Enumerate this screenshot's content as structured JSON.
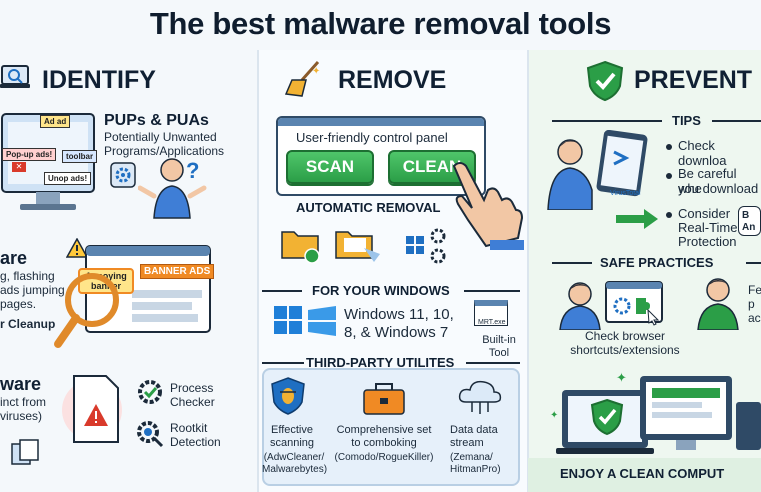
{
  "title": "The best malware removal tools",
  "identify": {
    "heading": "IDENTIFY",
    "pups_title": "PUPs & PUAs",
    "pups_desc": "Potentially Unwanted Programs/Applications",
    "popups": [
      "Ad ad",
      "Pop-up ads!",
      "toolbar",
      "Unop ads!"
    ],
    "adware_title": "are",
    "adware_desc_1": "g, flashing",
    "adware_desc_2": "ads jumping",
    "adware_desc_3": "pages.",
    "adware_tool": "r Cleanup",
    "annoying_banner": "Annoying banner",
    "banner_ads": "BANNER ADS",
    "malware_title": "ware",
    "malware_desc_1": "inct from",
    "malware_desc_2": "viruses)",
    "process_checker": "Process Checker",
    "rootkit_detection": "Rootkit Detection"
  },
  "remove": {
    "heading": "REMOVE",
    "panel_title": "User-friendly control panel",
    "scan_label": "SCAN",
    "clean_label": "CLEAN",
    "automatic_removal": "AUTOMATIC REMOVAL",
    "for_windows": "FOR YOUR WINDOWS",
    "windows_versions_1": "Windows 11, 10,",
    "windows_versions_2": "8, & Windows 7",
    "mrt_label": "MRT.exe",
    "builtin_tool": "Built-in Tool",
    "third_party": "THIRD-PARTY UTILITES",
    "utilities": [
      {
        "name": "Effective scanning",
        "detail": "(AdwCleaner/ Malwarebytes)"
      },
      {
        "name": "Comprehensive set to comboking",
        "detail": "(Comodo/RogueKiller)"
      },
      {
        "name": "Data data stream",
        "detail": "(Zemana/ HitmanPro)"
      }
    ]
  },
  "prevent": {
    "heading": "PREVENT",
    "tips": "TIPS",
    "tip_1": "Check downloa",
    "tip_2a": "Be careful whe",
    "tip_2b": "you download",
    "tip_3a": "Consider",
    "tip_3b": "Real-Time",
    "tip_3c": "Protection",
    "realtime_badge": "B An",
    "virustotal": "VirusTotal",
    "safe_practices": "SAFE PRACTICES",
    "check_browser": "Check browser shortcuts/extensions",
    "fe_text": "Fe p ac",
    "enjoy": "ENJOY A CLEAN COMPUT"
  },
  "colors": {
    "green": "#2b9e47",
    "blue": "#1f6fc2",
    "red": "#d93a2b",
    "orange": "#f08a24"
  }
}
